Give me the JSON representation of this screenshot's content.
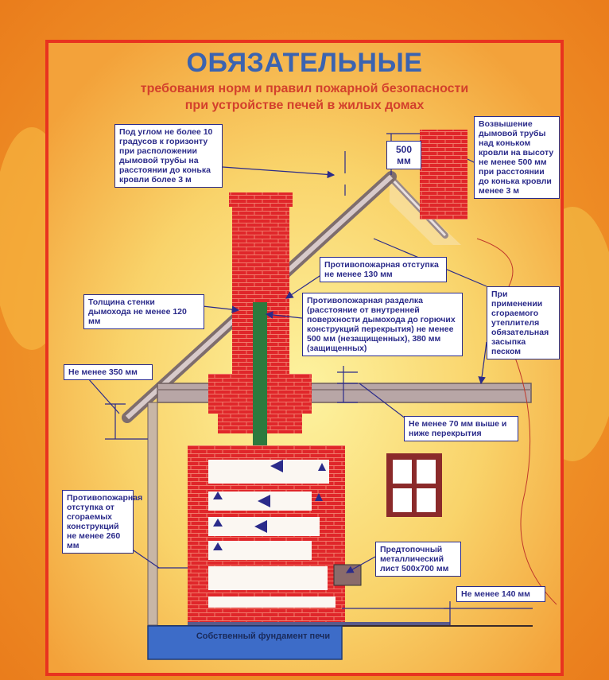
{
  "colors": {
    "brick": "#e0262a",
    "roof": "#b8a6a6",
    "label_text": "#2b2b8a",
    "title": "#3b63b0",
    "subtitle": "#d3402c",
    "foundation": "#3d6cc8",
    "flue": "#2d7a3e"
  },
  "header": {
    "title": "ОБЯЗАТЕЛЬНЫЕ",
    "subtitle_line1": "требования норм и правил пожарной безопасности",
    "subtitle_line2": "при устройстве печей в жилых домах"
  },
  "labels": {
    "roof_angle": "Под углом не более 10 градусов к горизонту при расположении дымовой трубы на расстоянии до конька кровли более 3 м",
    "height_500": "500 мм",
    "chimney_rise": "Возвышение дымовой трубы над коньком кровли на высоту не менее 500 мм при расстоянии до конька кровли менее 3 м",
    "setback_130": "Противопожарная отступка не менее 130 мм",
    "wall_thickness": "Толщина стенки дымохода не менее 120 мм",
    "partition": "Противопожарная разделка (расстояние от внутренней поверхности дымохода до горючих конструкций перекрытия) не менее 500 мм (незащищенных), 380 мм (защищенных)",
    "insulation": "При применении сгораемого утеплителя обязательная засыпка песком",
    "min_350": "Не менее 350 мм",
    "min_70": "Не менее 70 мм выше и ниже перекрытия",
    "setback_260": "Противопожарная отступка от сгораемых конструкций не менее 260 мм",
    "metal_sheet": "Предтопочный металлический лист 500х700 мм",
    "min_140": "Не менее 140 мм",
    "foundation": "Собственный фундамент печи"
  }
}
